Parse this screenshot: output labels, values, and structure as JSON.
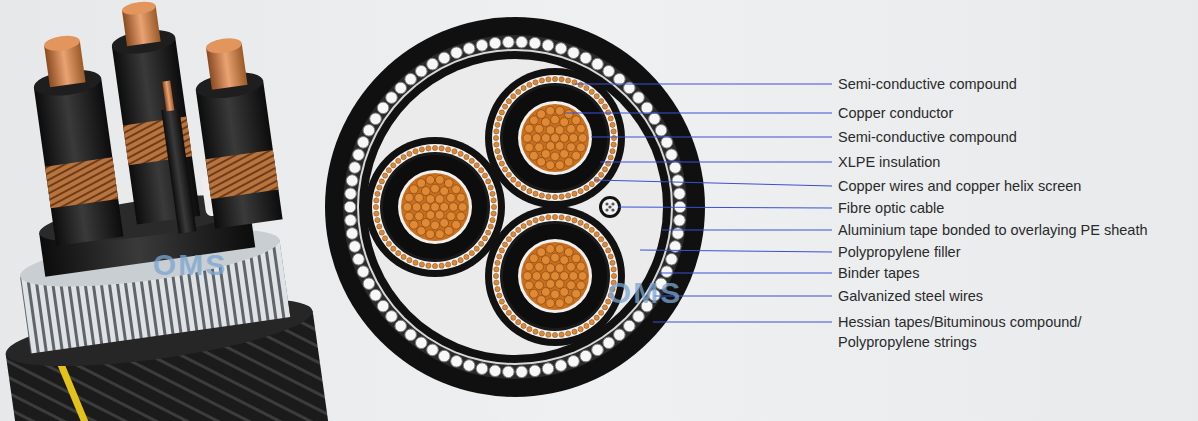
{
  "diagram": {
    "labels": [
      "Semi-conductive compound",
      "Copper conductor",
      "Semi-conductive compound",
      "XLPE insulation",
      "Copper wires and copper helix screen",
      "Fibre optic cable",
      "Aluminium tape bonded to overlaying PE sheath",
      "Polypropylene filler",
      "Binder tapes",
      "Galvanized steel wires",
      "Hessian tapes/Bituminous compound/ Polypropylene strings",
      "OMS",
      "OMS"
    ]
  }
}
